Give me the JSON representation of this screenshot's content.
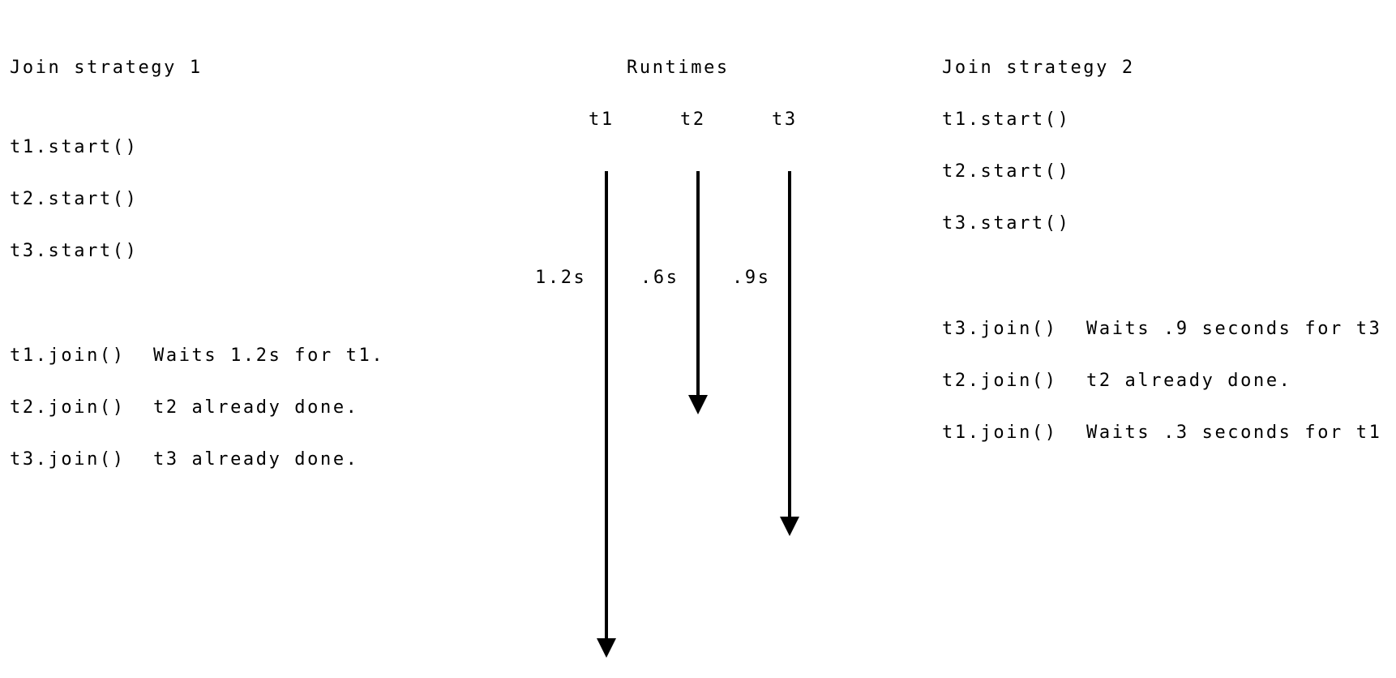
{
  "strategy1": {
    "title": "Join strategy 1",
    "starts": [
      "t1.start()",
      "t2.start()",
      "t3.start()"
    ],
    "joins": [
      {
        "call": "t1.join()",
        "note": "Waits 1.2s for t1."
      },
      {
        "call": "t2.join()",
        "note": "t2 already done."
      },
      {
        "call": "t3.join()",
        "note": "t3 already done."
      }
    ]
  },
  "runtimes": {
    "title": "Runtimes",
    "threads": [
      {
        "name": "t1",
        "duration_label": "1.2s",
        "duration_s": 1.2
      },
      {
        "name": "t2",
        "duration_label": ".6s",
        "duration_s": 0.6
      },
      {
        "name": "t3",
        "duration_label": ".9s",
        "duration_s": 0.9
      }
    ]
  },
  "strategy2": {
    "title": "Join strategy 2",
    "starts": [
      "t1.start()",
      "t2.start()",
      "t3.start()"
    ],
    "joins": [
      {
        "call": "t3.join()",
        "note": "Waits .9 seconds for t3."
      },
      {
        "call": "t2.join()",
        "note": "t2 already done."
      },
      {
        "call": "t1.join()",
        "note": "Waits .3 seconds for t1."
      }
    ]
  }
}
